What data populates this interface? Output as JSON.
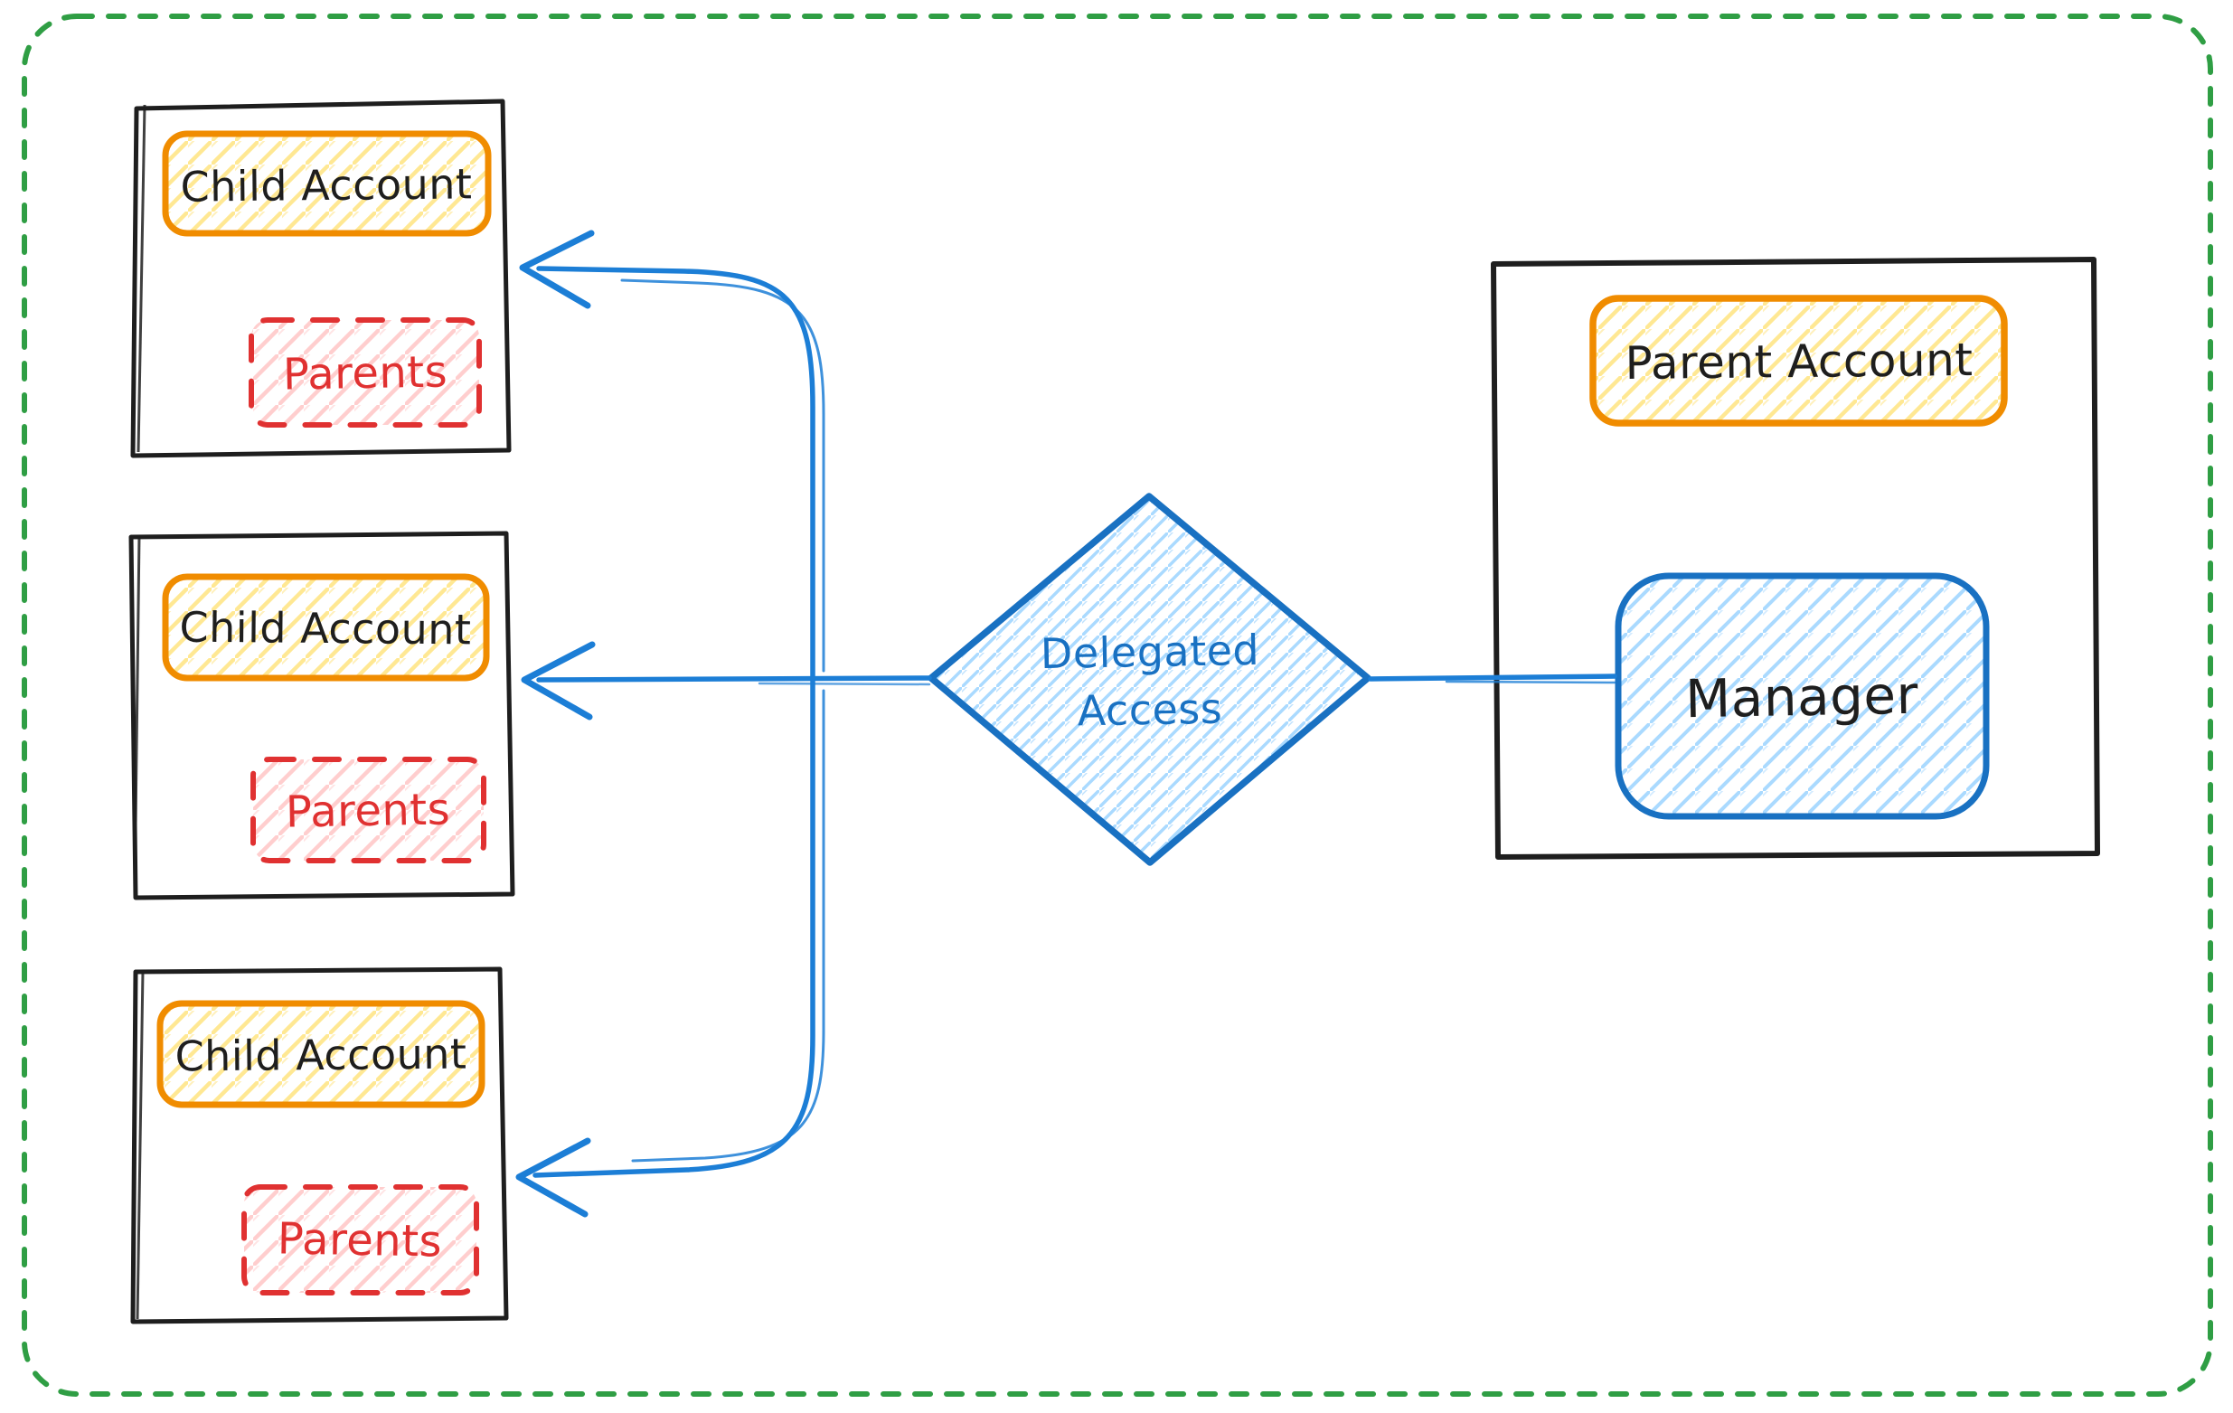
{
  "diagram": {
    "type": "hand-drawn flowchart",
    "outer_frame": {
      "style": "dashed rounded rectangle",
      "color": "#2f9e44"
    },
    "child_boxes": [
      {
        "account_label": "Child Account",
        "parents_label": "Parents"
      },
      {
        "account_label": "Child Account",
        "parents_label": "Parents"
      },
      {
        "account_label": "Child Account",
        "parents_label": "Parents"
      }
    ],
    "decision_diamond": {
      "label_line1": "Delegated",
      "label_line2": "Access",
      "shape": "diamond"
    },
    "parent_box": {
      "account_label": "Parent Account",
      "manager_label": "Manager"
    },
    "edges": [
      {
        "from": "Manager",
        "to": "Delegated Access",
        "arrowhead": "none"
      },
      {
        "from": "Delegated Access",
        "to": "Child Account 1",
        "arrowhead": "left"
      },
      {
        "from": "Delegated Access",
        "to": "Child Account 2",
        "arrowhead": "left"
      },
      {
        "from": "Delegated Access",
        "to": "Child Account 3",
        "arrowhead": "left"
      }
    ],
    "colors": {
      "black_ink": "#1e1e1e",
      "orange_ink": "#f08c00",
      "yellow_hatch": "#ffd43b",
      "red_ink": "#e03131",
      "pink_hatch": "#ffc9c9",
      "blue_ink": "#1971c2",
      "light_blue_hatch": "#a5d8ff",
      "green_frame": "#2f9e44",
      "background": "#ffffff"
    }
  }
}
